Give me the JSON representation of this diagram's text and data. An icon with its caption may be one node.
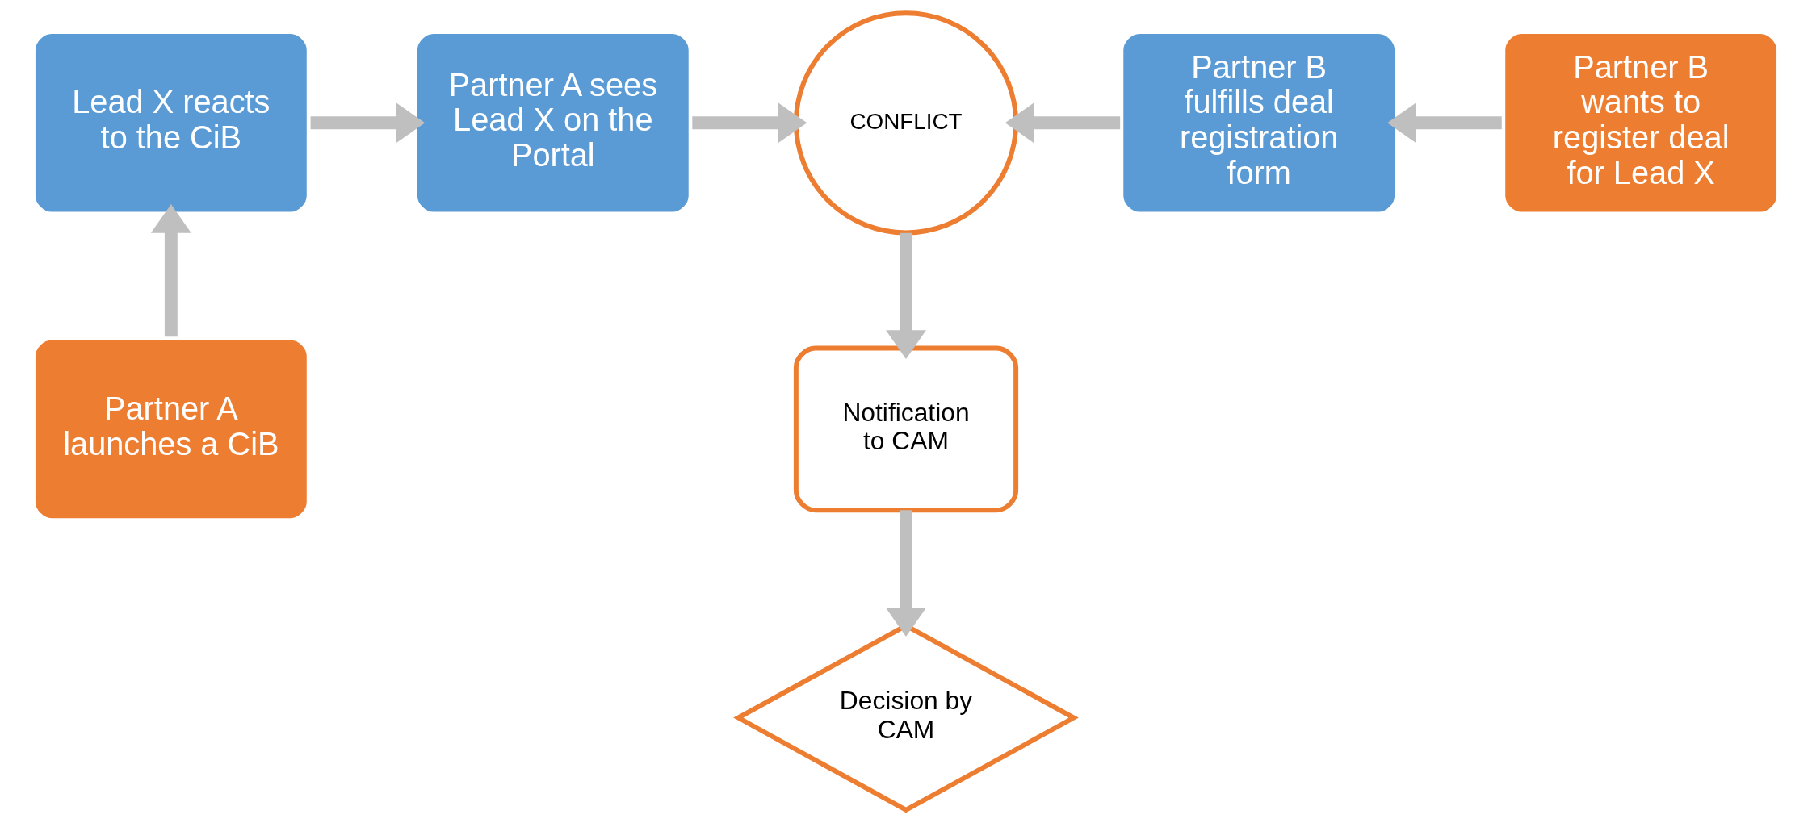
{
  "diagram": {
    "nodes": [
      {
        "text": [
          "Lead X reacts to the CiB"
        ]
      },
      {
        "text": [
          "Partner A sees Lead X on the Portal"
        ]
      },
      {
        "text": [
          "CONFLICT"
        ]
      },
      {
        "text": [
          "Partner B fulfills deal registration form"
        ]
      },
      {
        "text": [
          "Partner B wants to register deal for Lead X"
        ]
      },
      {
        "text": [
          "Partner A launches a CiB"
        ]
      },
      {
        "text": [
          "Notification to CAM"
        ]
      },
      {
        "text": [
          "Decision by CAM"
        ]
      }
    ],
    "edges": [
      {
        "from": 5,
        "to": 0,
        "arrow": "to"
      },
      {
        "from": 0,
        "to": 1,
        "arrow": "to"
      },
      {
        "from": 1,
        "to": 2,
        "arrow": "to"
      },
      {
        "from": 4,
        "to": 3,
        "arrow": "to"
      },
      {
        "from": 3,
        "to": 2,
        "arrow": "to"
      },
      {
        "from": 2,
        "to": 6,
        "arrow": "to"
      },
      {
        "from": 6,
        "to": 7,
        "arrow": "to"
      }
    ]
  }
}
